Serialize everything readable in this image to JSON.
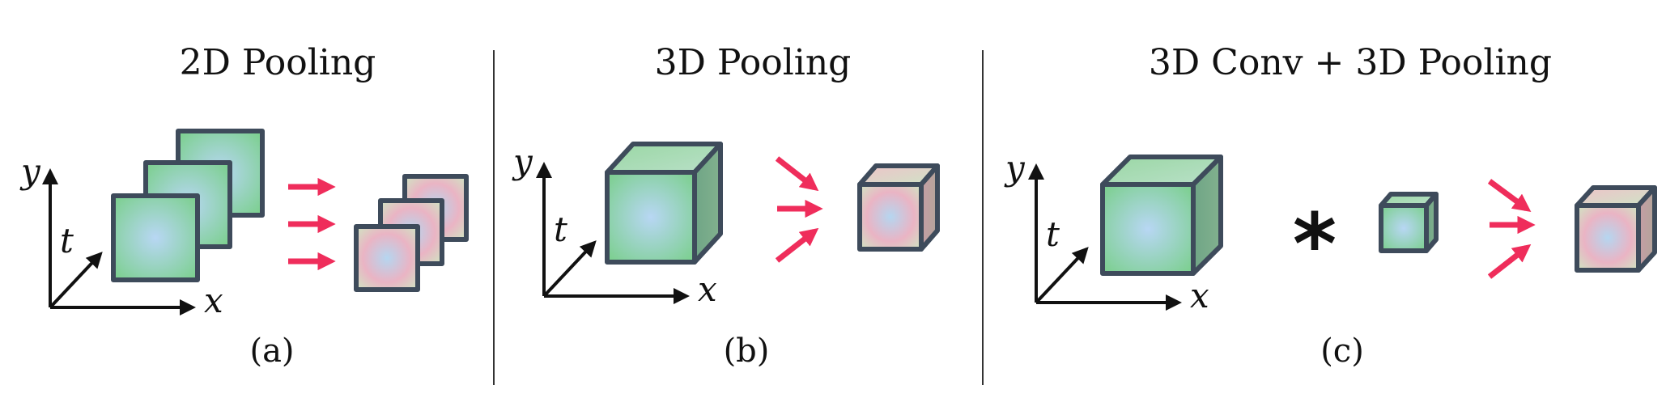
{
  "panels": [
    {
      "title": "2D Pooling",
      "caption": "(a)"
    },
    {
      "title": "3D Pooling",
      "caption": "(b)"
    },
    {
      "title": "3D Conv + 3D Pooling",
      "caption": "(c)"
    }
  ],
  "axes": {
    "x": "x",
    "y": "y",
    "t": "t"
  },
  "operator_symbol": "*",
  "colors": {
    "arrow": "#ef2d5b",
    "outline": "#3e4b5b",
    "input_center": "#b7d8f2",
    "input_edge": "#7fd08e",
    "output_center": "#b7d8f2",
    "output_edge": "#ecb2c2",
    "divider": "#333333"
  }
}
